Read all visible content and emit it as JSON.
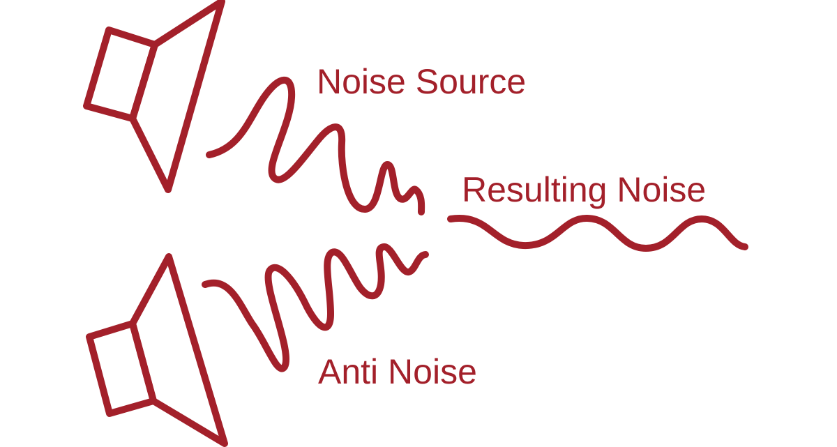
{
  "colors": {
    "accent": "#a3202a",
    "background": "#ffffff"
  },
  "labels": {
    "noise_source": "Noise Source",
    "resulting_noise": "Resulting Noise",
    "anti_noise": "Anti Noise"
  },
  "icons": {
    "top_speaker": "speaker-icon",
    "bottom_speaker": "speaker-icon"
  }
}
